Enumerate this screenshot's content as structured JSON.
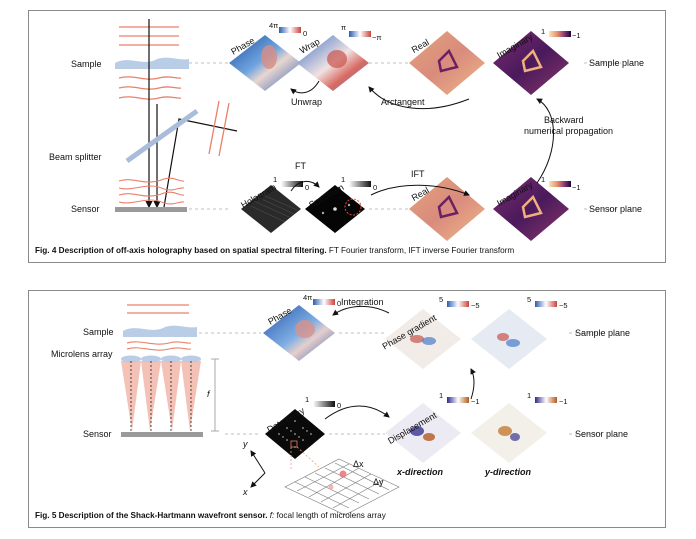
{
  "fig4": {
    "labels": {
      "sample": "Sample",
      "beam_splitter": "Beam splitter",
      "sensor": "Sensor",
      "phase": "Phase",
      "wrap": "Wrap",
      "unwrap": "Unwrap",
      "real_top": "Real",
      "imaginary_top": "Imaginary",
      "sample_plane": "Sample plane",
      "arctangent": "Arctangent",
      "backward": "Backward",
      "numerical_propagation": "numerical propagation",
      "hologram": "Hologram",
      "ft": "FT",
      "spectrum": "Spectrum",
      "ift": "IFT",
      "real_bottom": "Real",
      "imaginary_bottom": "Imaginary",
      "sensor_plane": "Sensor plane"
    },
    "scales": {
      "phase_max": "4π",
      "phase_min": "0",
      "wrap_max": "π",
      "wrap_min": "−π",
      "imag_top_max": "1",
      "imag_top_min": "−1",
      "holo_max": "1",
      "holo_min": "0",
      "spec_max": "1",
      "spec_min": "0",
      "imag_bot_max": "1",
      "imag_bot_min": "−1"
    },
    "caption": {
      "bold": "Fig. 4 Description of off-axis holography based on spatial spectral filtering.",
      "rest": " FT Fourier transform, IFT inverse Fourier transform"
    }
  },
  "fig5": {
    "labels": {
      "sample": "Sample",
      "microlens_array": "Microlens array",
      "f": "f",
      "sensor": "Sensor",
      "phase": "Phase",
      "integration": "Integration",
      "phase_gradient": "Phase gradient",
      "sample_plane": "Sample plane",
      "dots_array": "Dots array",
      "displacement": "Displacement",
      "sensor_plane": "Sensor plane",
      "x_direction": "x-direction",
      "y_direction": "y-direction",
      "axis_y": "y",
      "axis_x": "x",
      "delta_x": "Δx",
      "delta_y": "Δy"
    },
    "scales": {
      "phase_max": "4π",
      "phase_min": "0",
      "grad1_max": "5",
      "grad1_min": "−5",
      "grad2_max": "5",
      "grad2_min": "−5",
      "dots_max": "1",
      "dots_min": "0",
      "disp1_max": "1",
      "disp1_min": "−1",
      "disp2_max": "1",
      "disp2_min": "−1"
    },
    "caption": {
      "bold": "Fig. 5 Description of the Shack-Hartmann wavefront sensor.",
      "italic": " f:",
      "rest": " focal length of microlens array"
    }
  },
  "colors": {
    "wave_red": "#e8806a",
    "sample_blue": "#b9cde6",
    "sensor_grey": "#9a9a9a",
    "splitter_blue": "#a9bcd9",
    "phase_blue": "#3f78c8",
    "magma_dark": "#2a0f4a",
    "magma_light": "#f3c98b",
    "cone_red": "#f2b7aa"
  }
}
